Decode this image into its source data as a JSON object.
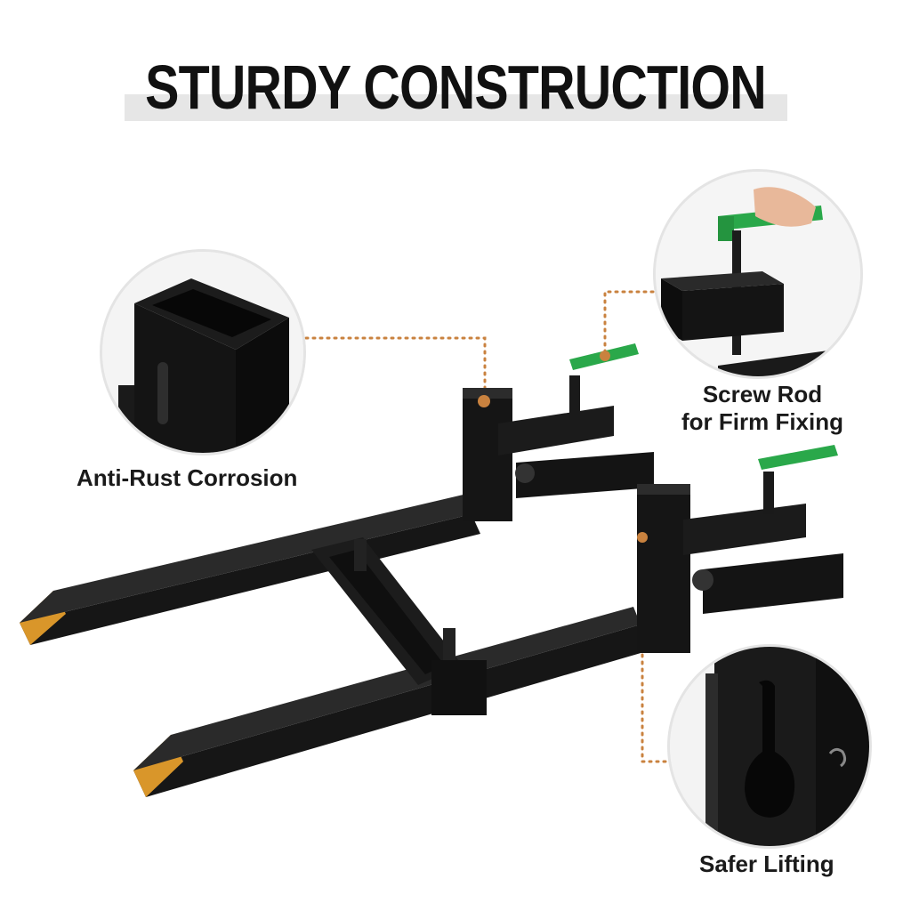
{
  "header": {
    "title": "STURDY CONSTRUCTION"
  },
  "callouts": [
    {
      "label": "Anti-Rust Corrosion"
    },
    {
      "label_line1": "Screw Rod",
      "label_line2": "for Firm Fixing"
    },
    {
      "label": "Safer Lifting"
    }
  ],
  "colors": {
    "frame": "#141414",
    "handle": "#2aa84a",
    "tip": "#d9962a",
    "dots": "#c9823f"
  }
}
